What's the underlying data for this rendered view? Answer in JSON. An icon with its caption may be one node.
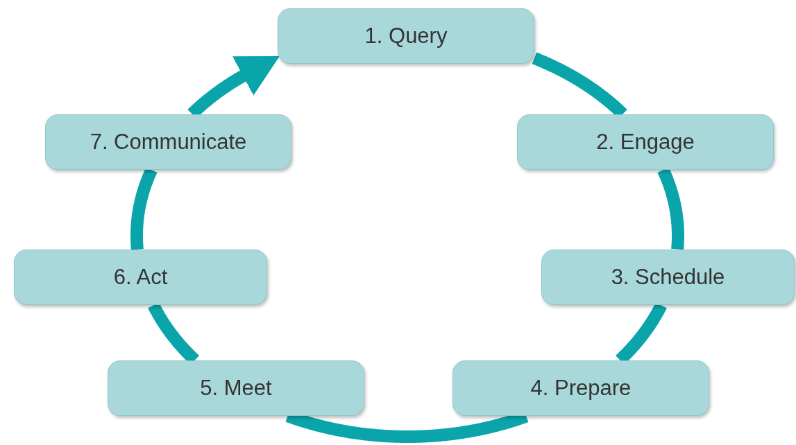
{
  "diagram": {
    "nodes": [
      {
        "text": [
          "1. Query"
        ]
      },
      {
        "text": [
          "2. Engage"
        ]
      },
      {
        "text": [
          "3. Schedule"
        ]
      },
      {
        "text": [
          "4. Prepare"
        ]
      },
      {
        "text": [
          "5. Meet"
        ]
      },
      {
        "text": [
          "6. Act"
        ]
      },
      {
        "text": [
          "7. Communicate"
        ]
      }
    ],
    "edges": [
      {
        "from": 0,
        "to": 1,
        "arrow": "none"
      },
      {
        "from": 1,
        "to": 2,
        "arrow": "none"
      },
      {
        "from": 2,
        "to": 3,
        "arrow": "none"
      },
      {
        "from": 3,
        "to": 4,
        "arrow": "none"
      },
      {
        "from": 4,
        "to": 5,
        "arrow": "none"
      },
      {
        "from": 5,
        "to": 6,
        "arrow": "none"
      },
      {
        "from": 6,
        "to": 0,
        "arrow": "to"
      }
    ]
  }
}
